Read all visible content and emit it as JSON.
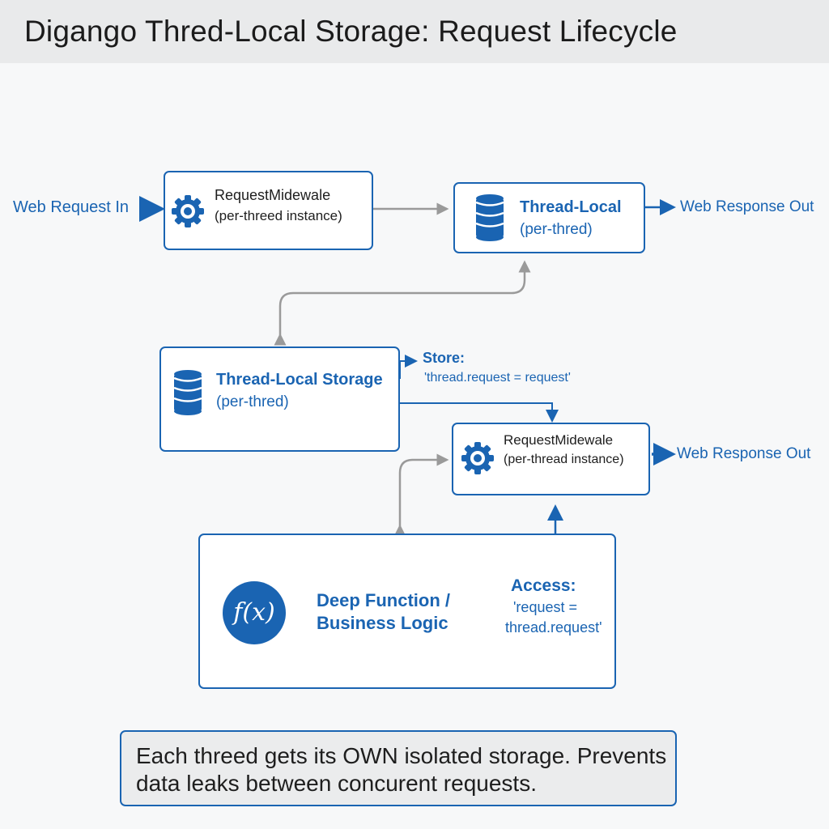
{
  "title": "Digango Thred-Local Storage: Request Lifecycle",
  "labels": {
    "web_request_in": "Web Request In",
    "web_response_out_top": "Web Response Out",
    "web_response_out_mid": "Web Response Out"
  },
  "nodes": {
    "middleware_top": {
      "title": "RequestMidewale",
      "subtitle": "(per-threed instance)",
      "icon": "gear-icon"
    },
    "thread_local_top": {
      "title": "Thread-Local",
      "subtitle": "(per-thred)",
      "icon": "database-icon"
    },
    "thread_local_storage": {
      "title": "Thread-Local Storage",
      "subtitle": "(per-thred)",
      "icon": "database-icon"
    },
    "middleware_mid": {
      "title": "RequestMidewale",
      "subtitle": "(per-thread instance)",
      "icon": "gear-icon"
    },
    "business_logic": {
      "line1": "Deep Function /",
      "line2": "Business Logic",
      "icon_text": "f(x)"
    }
  },
  "store": {
    "label": "Store:",
    "code": "'thread.request = request'"
  },
  "access": {
    "label": "Access:",
    "code_line1": "'request =",
    "code_line2": "thread.request'"
  },
  "note": "Each threed gets its OWN isolated storage. Prevents data leaks between concurent requests.",
  "colors": {
    "accent": "#1a64b2",
    "connector": "#9a9a9a",
    "title_bar": "#e9eaeb"
  }
}
